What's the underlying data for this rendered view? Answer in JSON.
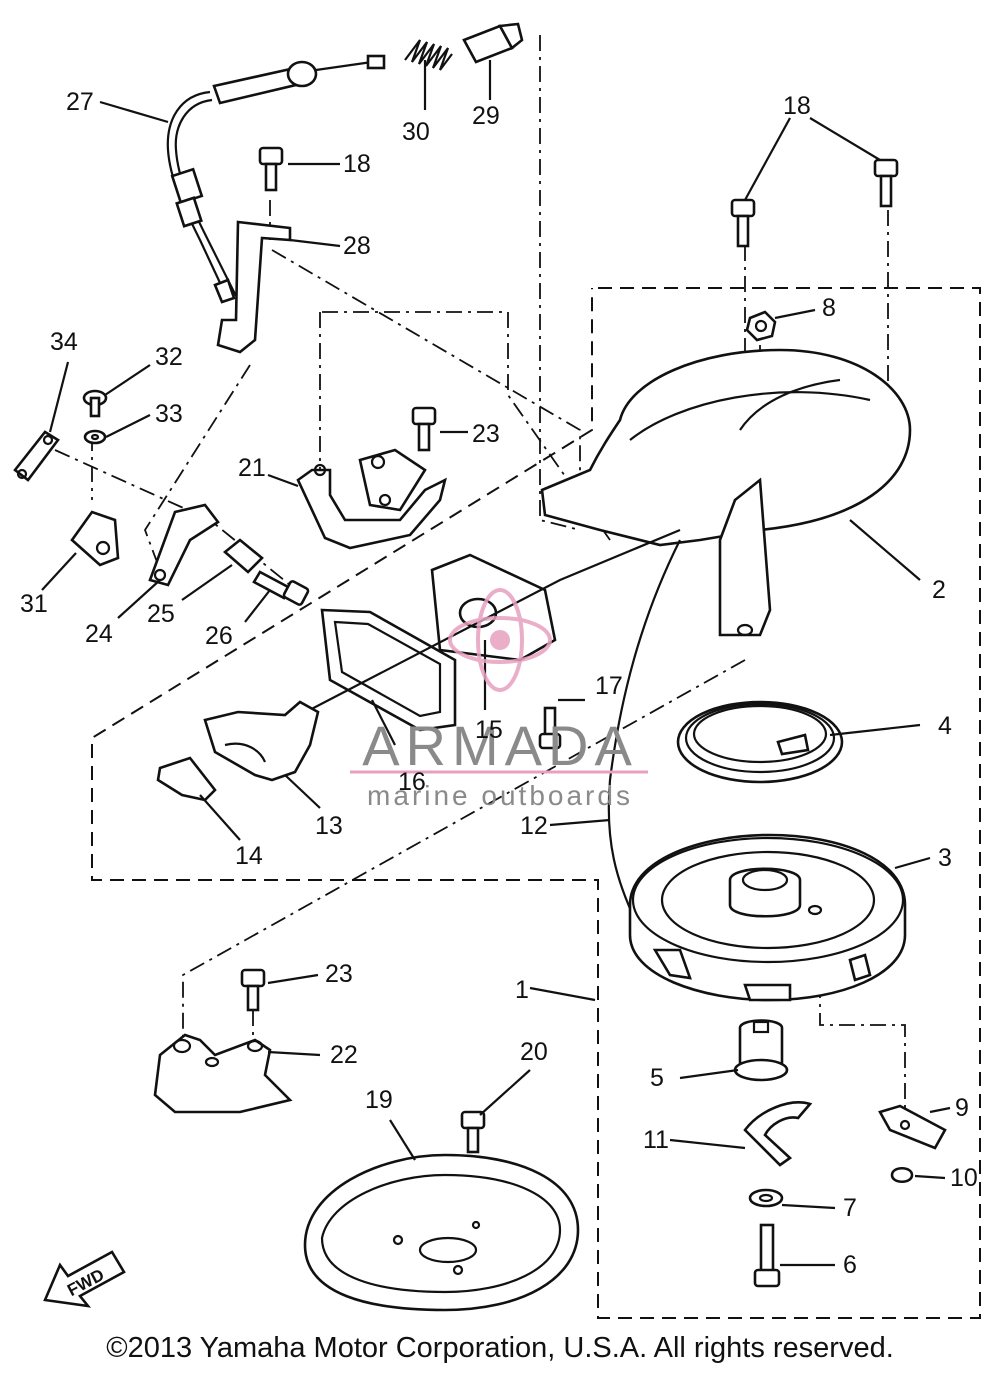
{
  "copyright": "©2013 Yamaha Motor Corporation, U.S.A. All rights reserved.",
  "watermark": {
    "brand": "ARMADA",
    "tagline": "marine outboards",
    "color": "#e8a0c0"
  },
  "fwd_label": "FWD",
  "callouts": {
    "p1": "1",
    "p2": "2",
    "p3": "3",
    "p4": "4",
    "p5": "5",
    "p6": "6",
    "p7": "7",
    "p8": "8",
    "p9": "9",
    "p10": "10",
    "p11": "11",
    "p12": "12",
    "p13": "13",
    "p14": "14",
    "p15": "15",
    "p16": "16",
    "p17": "17",
    "p18a": "18",
    "p18b": "18",
    "p19": "19",
    "p20": "20",
    "p21": "21",
    "p22": "22",
    "p23a": "23",
    "p23b": "23",
    "p24": "24",
    "p25": "25",
    "p26": "26",
    "p27": "27",
    "p28": "28",
    "p29": "29",
    "p30": "30",
    "p31": "31",
    "p32": "32",
    "p33": "33",
    "p34": "34"
  }
}
